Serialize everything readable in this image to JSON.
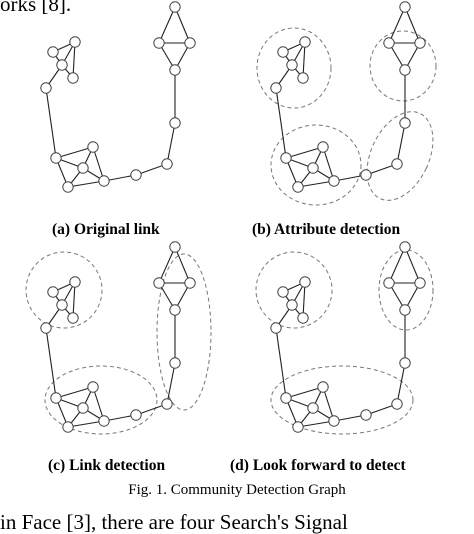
{
  "page": {
    "top_text": "orks [8].",
    "bottom_text": "in Face [3], there are four Search's Signal"
  },
  "figure": {
    "caption": "Fig. 1.  Community Detection Graph",
    "panels": [
      {
        "id": "a",
        "label": "(a) Original link"
      },
      {
        "id": "b",
        "label": "(b) Attribute detection"
      },
      {
        "id": "c",
        "label": "(c) Link detection"
      },
      {
        "id": "d",
        "label": "(d) Look forward to detect"
      }
    ]
  },
  "graph": {
    "node_count": 17,
    "edges": [
      [
        0,
        1
      ],
      [
        0,
        2
      ],
      [
        1,
        2
      ],
      [
        1,
        3
      ],
      [
        2,
        3
      ],
      [
        2,
        4
      ],
      [
        4,
        5
      ],
      [
        5,
        6
      ],
      [
        5,
        7
      ],
      [
        5,
        8
      ],
      [
        6,
        7
      ],
      [
        6,
        9
      ],
      [
        7,
        8
      ],
      [
        7,
        9
      ],
      [
        8,
        9
      ],
      [
        9,
        10
      ],
      [
        10,
        11
      ],
      [
        11,
        12
      ],
      [
        12,
        13
      ],
      [
        13,
        14
      ],
      [
        13,
        15
      ],
      [
        14,
        15
      ],
      [
        14,
        16
      ],
      [
        15,
        16
      ]
    ]
  }
}
